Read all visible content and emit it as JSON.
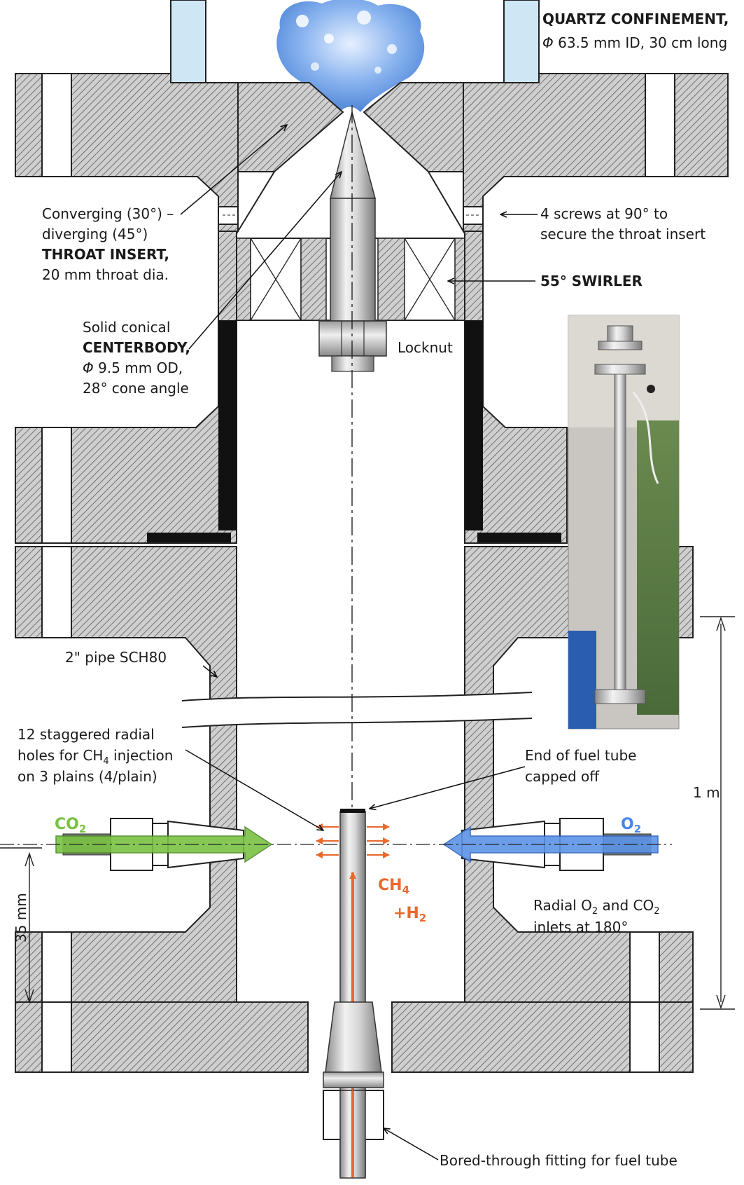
{
  "labels": {
    "quartz_title": "QUARTZ CONFINEMENT,",
    "quartz_sym": "Φ",
    "quartz_dims": " 63.5 mm ID, 30 cm long",
    "conv_line1": "Converging (30°) –",
    "conv_line2": "diverging (45°)",
    "throat_title": "THROAT INSERT,",
    "throat_dia": "20 mm throat dia.",
    "screws_line1": "4 screws at 90° to",
    "screws_line2": "secure the throat insert",
    "swirler": "55° SWIRLER",
    "cb_line1": "Solid conical",
    "cb_title": "CENTERBODY,",
    "cb_sym": "Φ",
    "cb_od": " 9.5 mm OD,",
    "cb_angle": "28° cone angle",
    "locknut": "Locknut",
    "pipe": "2\" pipe SCH80",
    "holes_line1": "12 staggered radial",
    "holes_line2_a": "holes for CH",
    "holes_line2_sub": "4",
    "holes_line2_b": " injection",
    "holes_line3": "on 3 plains (4/plain)",
    "fuel_end_line1": "End of fuel tube",
    "fuel_end_line2": "capped off",
    "length_dim": "1 m",
    "co2_main": "CO",
    "co2_sub": "2",
    "o2_main": "O",
    "o2_sub": "2",
    "ch4_main": "CH",
    "ch4_sub": "4",
    "h2_main": "+H",
    "h2_sub": "2",
    "radial_a": "Radial O",
    "radial_sub1": "2",
    "radial_b": " and CO",
    "radial_sub2": "2",
    "radial_line2": "inlets at 180°",
    "dim_35": "35 mm",
    "bored": "Bored-through fitting for fuel tube"
  },
  "colors": {
    "co2_green": "#7ac143",
    "o2_blue": "#4a86e8",
    "fuel_orange": "#e8692c",
    "flame_blue": "#6fa0e0",
    "quartz": "#cfe6f5",
    "metal_hatch_bg": "#bdbdbd"
  },
  "photo": {
    "icon": "photo-icon"
  }
}
